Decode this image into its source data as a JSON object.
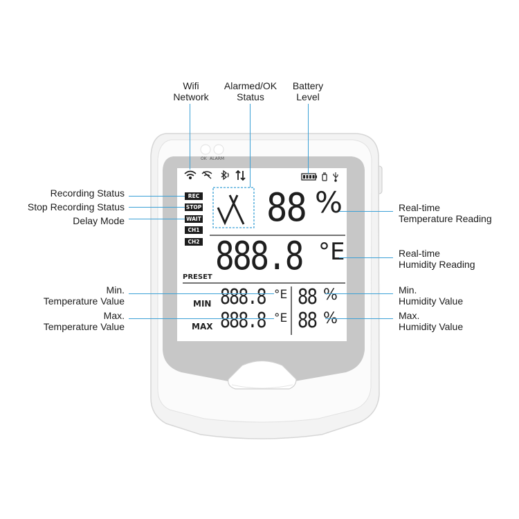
{
  "device": {
    "leds": {
      "ok": "OK",
      "alarm": "ALARM"
    },
    "status_icons": [
      "wifi-icon",
      "wifi-signal-icon",
      "bluetooth-icon",
      "data-transfer-icon"
    ],
    "right_icons": [
      "battery-icon",
      "plug-icon",
      "usb-icon"
    ],
    "tags": [
      "REC",
      "STOP",
      "WAIT",
      "CH1",
      "CH2"
    ],
    "main_temp_digits": "88",
    "main_temp_unit": "%",
    "humidity_digits": "888.8",
    "humidity_unit": "°E",
    "preset_label": "PRESET",
    "min_label": "MIN",
    "max_label": "MAX",
    "min_temp": "888.8",
    "min_temp_unit": "°E",
    "min_hum": "88",
    "min_hum_unit": "%",
    "max_temp": "888.8",
    "max_temp_unit": "°E",
    "max_hum": "88",
    "max_hum_unit": "%",
    "colors": {
      "leader": "#3aa0d6",
      "bezel": "#c8c8c8",
      "lcd": "#ffffff",
      "body": "#f4f4f4"
    }
  },
  "callouts": {
    "wifi": [
      "Wifi",
      "Network"
    ],
    "alarm": [
      "Alarmed/OK",
      "Status"
    ],
    "battery": [
      "Battery",
      "Level"
    ],
    "recording": "Recording Status",
    "stop": "Stop Recording Status",
    "delay": "Delay Mode",
    "rt_temp": [
      "Real-time",
      "Temperature Reading"
    ],
    "rt_hum": [
      "Real-time",
      "Humidity Reading"
    ],
    "min_temp": [
      "Min.",
      "Temperature Value"
    ],
    "max_temp": [
      "Max.",
      "Temperature Value"
    ],
    "min_hum": [
      "Min.",
      "Humidity Value"
    ],
    "max_hum": [
      "Max.",
      "Humidity Value"
    ]
  }
}
